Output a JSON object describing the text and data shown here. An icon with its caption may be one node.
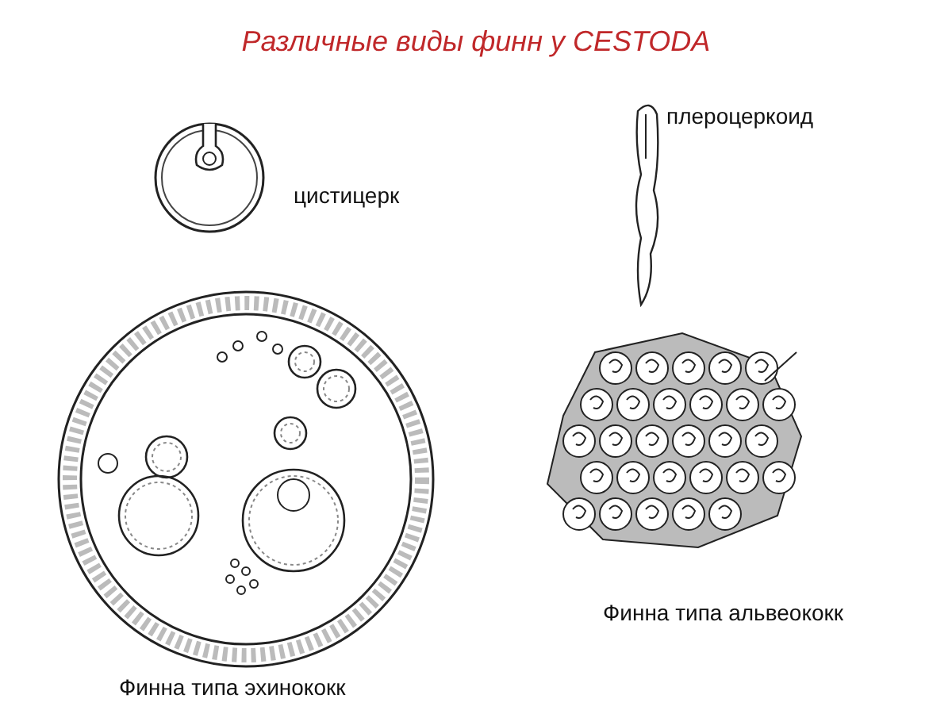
{
  "diagram": {
    "title": "Различные виды финн у CESTODA",
    "labels": [
      "плероцеркоид",
      "цистицерк",
      "Финна типа альвеококк",
      "Финна типа эхинококк"
    ]
  }
}
